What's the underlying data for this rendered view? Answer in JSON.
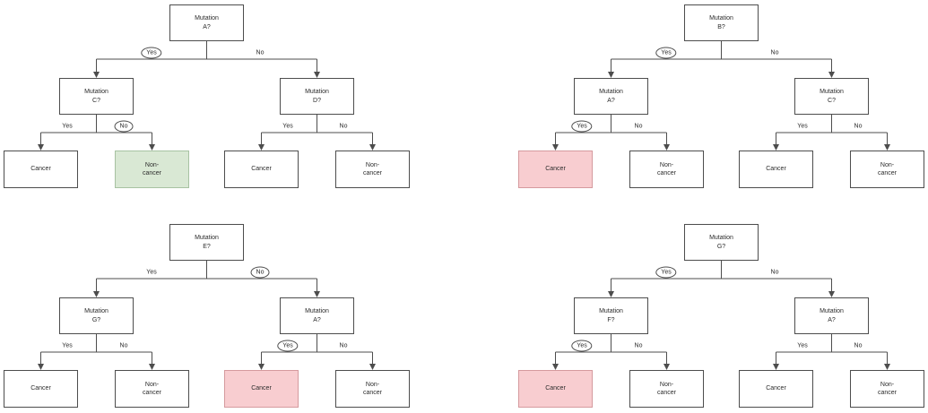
{
  "colors": {
    "background": "#ffffff",
    "node_border": "#4d4d4d",
    "connector": "#4d4d4d",
    "highlight_green_fill": "#d9e8d4",
    "highlight_green_border": "#a7c2a2",
    "highlight_red_fill": "#f8cdd0",
    "highlight_red_border": "#d59a9e"
  },
  "trees": [
    {
      "root": "Mutation A?",
      "left_node": "Mutation C?",
      "right_node": "Mutation D?",
      "edges": [
        {
          "label": "Yes",
          "style": "circled"
        },
        {
          "label": "No",
          "style": "plain"
        },
        {
          "label": "Yes",
          "style": "plain"
        },
        {
          "label": "No",
          "style": "circled"
        },
        {
          "label": "Yes",
          "style": "plain"
        },
        {
          "label": "No",
          "style": "plain"
        }
      ],
      "leaves": [
        {
          "label": "Cancer",
          "variant": "plain"
        },
        {
          "label": "Non-cancer",
          "variant": "green"
        },
        {
          "label": "Cancer",
          "variant": "plain"
        },
        {
          "label": "Non-cancer",
          "variant": "plain"
        }
      ]
    },
    {
      "root": "Mutation B?",
      "left_node": "Mutation A?",
      "right_node": "Mutation C?",
      "edges": [
        {
          "label": "Yes",
          "style": "circled"
        },
        {
          "label": "No",
          "style": "plain"
        },
        {
          "label": "Yes",
          "style": "circled"
        },
        {
          "label": "No",
          "style": "plain"
        },
        {
          "label": "Yes",
          "style": "plain"
        },
        {
          "label": "No",
          "style": "plain"
        }
      ],
      "leaves": [
        {
          "label": "Cancer",
          "variant": "red"
        },
        {
          "label": "Non-cancer",
          "variant": "plain"
        },
        {
          "label": "Cancer",
          "variant": "plain"
        },
        {
          "label": "Non-cancer",
          "variant": "plain"
        }
      ]
    },
    {
      "root": "Mutation E?",
      "left_node": "Mutation G?",
      "right_node": "Mutation A?",
      "edges": [
        {
          "label": "Yes",
          "style": "plain"
        },
        {
          "label": "No",
          "style": "circled"
        },
        {
          "label": "Yes",
          "style": "plain"
        },
        {
          "label": "No",
          "style": "plain"
        },
        {
          "label": "Yes",
          "style": "circled"
        },
        {
          "label": "No",
          "style": "plain"
        }
      ],
      "leaves": [
        {
          "label": "Cancer",
          "variant": "plain"
        },
        {
          "label": "Non-cancer",
          "variant": "plain"
        },
        {
          "label": "Cancer",
          "variant": "red"
        },
        {
          "label": "Non-cancer",
          "variant": "plain"
        }
      ]
    },
    {
      "root": "Mutation G?",
      "left_node": "Mutation F?",
      "right_node": "Mutation A?",
      "edges": [
        {
          "label": "Yes",
          "style": "circled"
        },
        {
          "label": "No",
          "style": "plain"
        },
        {
          "label": "Yes",
          "style": "circled"
        },
        {
          "label": "No",
          "style": "plain"
        },
        {
          "label": "Yes",
          "style": "plain"
        },
        {
          "label": "No",
          "style": "plain"
        }
      ],
      "leaves": [
        {
          "label": "Cancer",
          "variant": "red"
        },
        {
          "label": "Non-cancer",
          "variant": "plain"
        },
        {
          "label": "Cancer",
          "variant": "plain"
        },
        {
          "label": "Non-cancer",
          "variant": "plain"
        }
      ]
    }
  ]
}
